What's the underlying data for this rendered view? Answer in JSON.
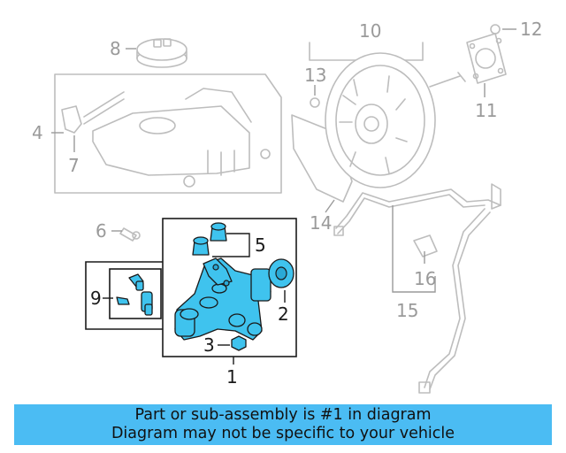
{
  "diagram": {
    "highlight_color": "#3fc3ee",
    "ghost_color": "#bdbdbd",
    "callouts": {
      "c1": "1",
      "c2": "2",
      "c3": "3",
      "c4": "4",
      "c5": "5",
      "c6": "6",
      "c7": "7",
      "c8": "8",
      "c9": "9",
      "c10": "10",
      "c11": "11",
      "c12": "12",
      "c13": "13",
      "c14": "14",
      "c15": "15",
      "c16": "16"
    }
  },
  "banner": {
    "background": "#4bbcf3",
    "line1": "Part or sub-assembly is #1 in diagram",
    "line2": "Diagram may not be specific to your vehicle"
  }
}
